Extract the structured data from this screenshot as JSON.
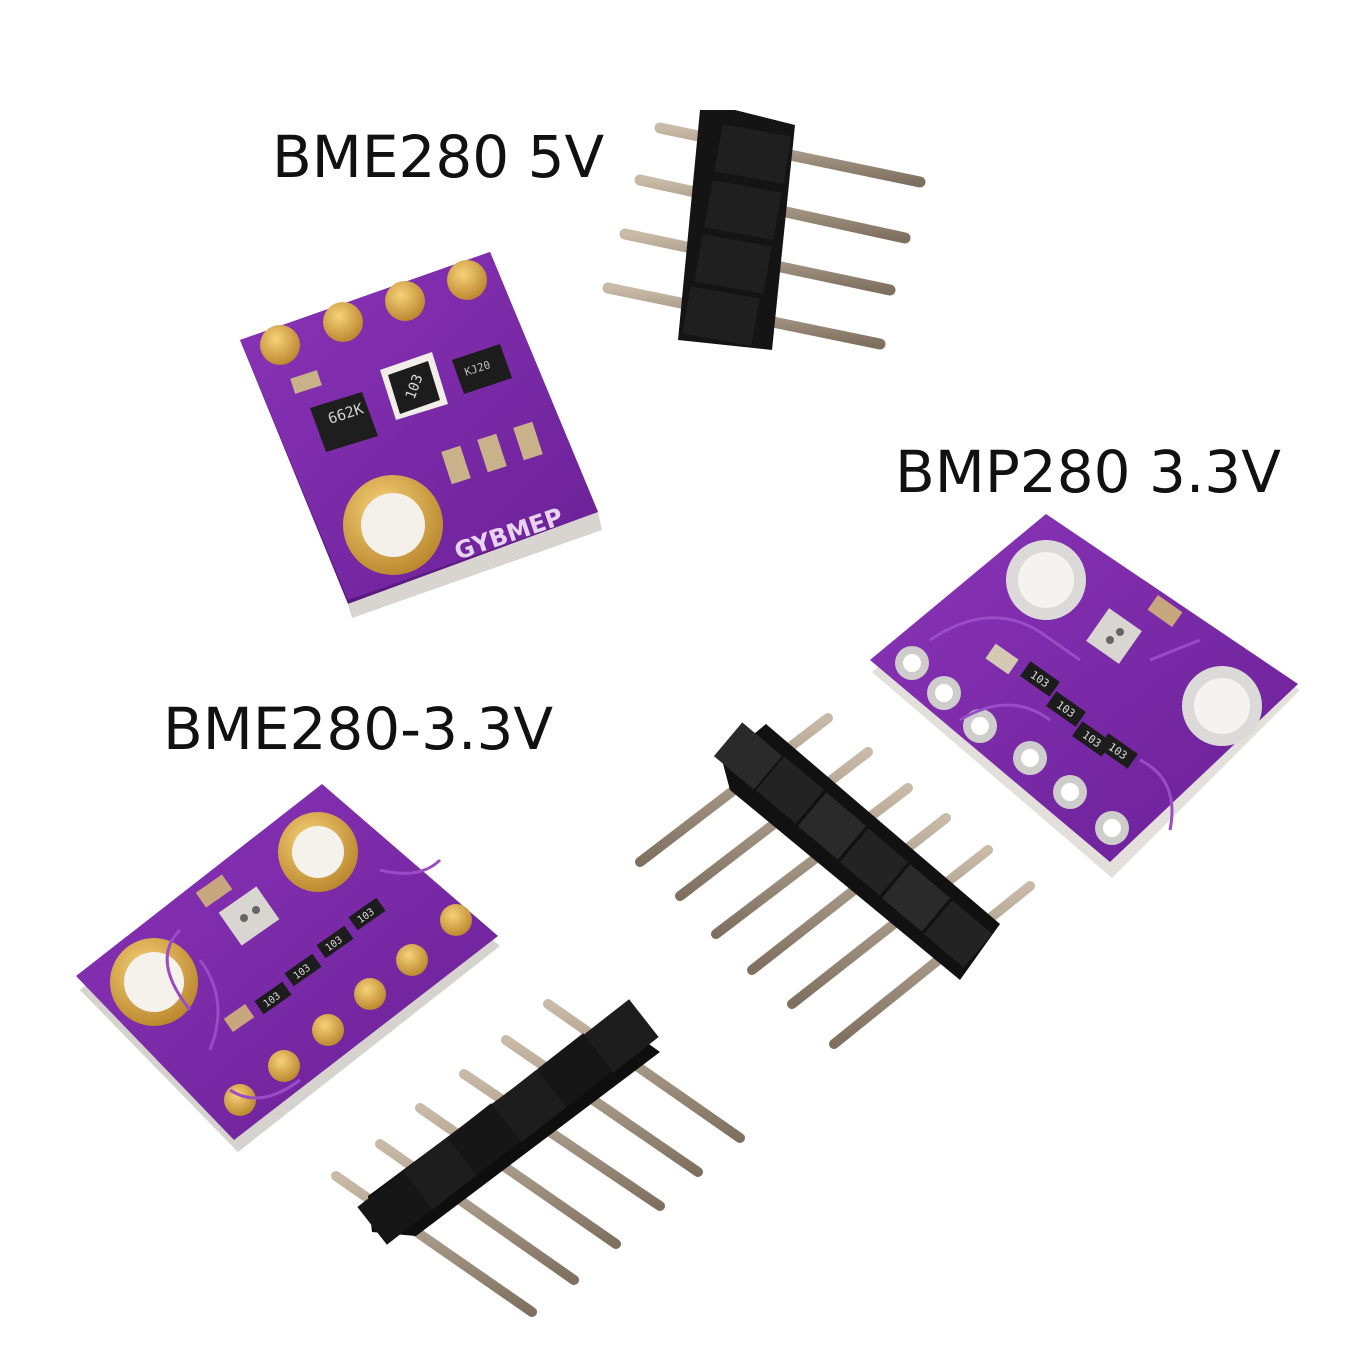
{
  "captions": {
    "bme280_5v": "BME280 5V",
    "bmp280_3v3": "BMP280 3.3V",
    "bme280_3v3": "BME280-3.3V"
  },
  "boards": {
    "bme280_5v": {
      "silkscreen": "GYBMEP",
      "regulator_marking": "662K",
      "resistor_marking": "103",
      "mosfet_marking": "KJ20"
    },
    "bmp280_3v3": {
      "resistor_markings": [
        "103",
        "103",
        "103",
        "103"
      ]
    },
    "bme280_3v3": {
      "resistor_markings": [
        "103",
        "103",
        "103",
        "103"
      ]
    }
  },
  "colors": {
    "pcb_purple": "#7b2aa6",
    "pcb_dark": "#5a1a80",
    "gold_pad": "#d9a441",
    "header_black": "#151515",
    "pin_metal": "#a89a88",
    "background": "#ffffff"
  }
}
